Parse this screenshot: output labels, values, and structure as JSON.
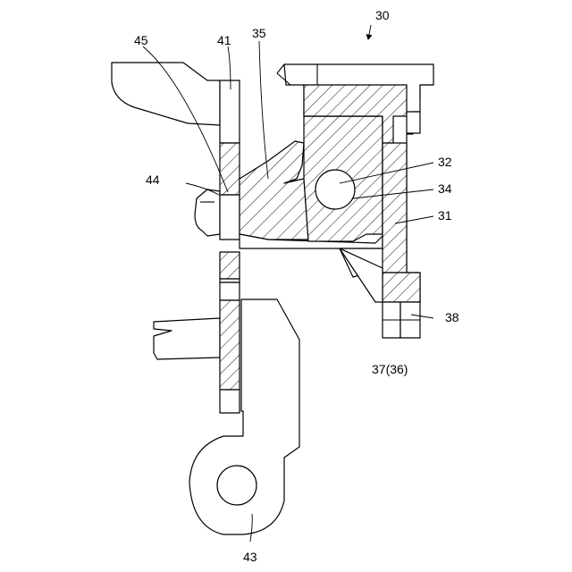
{
  "labels": {
    "assembly": "30",
    "frame": "31",
    "pin": "32",
    "hole": "34",
    "block": "35",
    "part36": "37(36)",
    "part38": "38",
    "plate": "41",
    "arm": "43",
    "part44": "44",
    "part45": "45"
  }
}
